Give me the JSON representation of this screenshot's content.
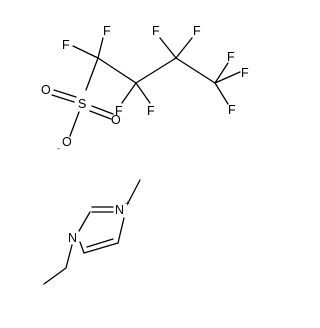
{
  "anion": {
    "fluorines": [
      "F",
      "F",
      "F",
      "F",
      "F",
      "F",
      "F",
      "F",
      "F"
    ],
    "sulfur": "S",
    "oxygens": [
      "O",
      "O",
      "O"
    ],
    "oxygen_charge": "-"
  },
  "cation": {
    "ring_nitrogen_charged": "N",
    "nitrogen_charge": "+",
    "ring_nitrogen_neutral": "N"
  }
}
